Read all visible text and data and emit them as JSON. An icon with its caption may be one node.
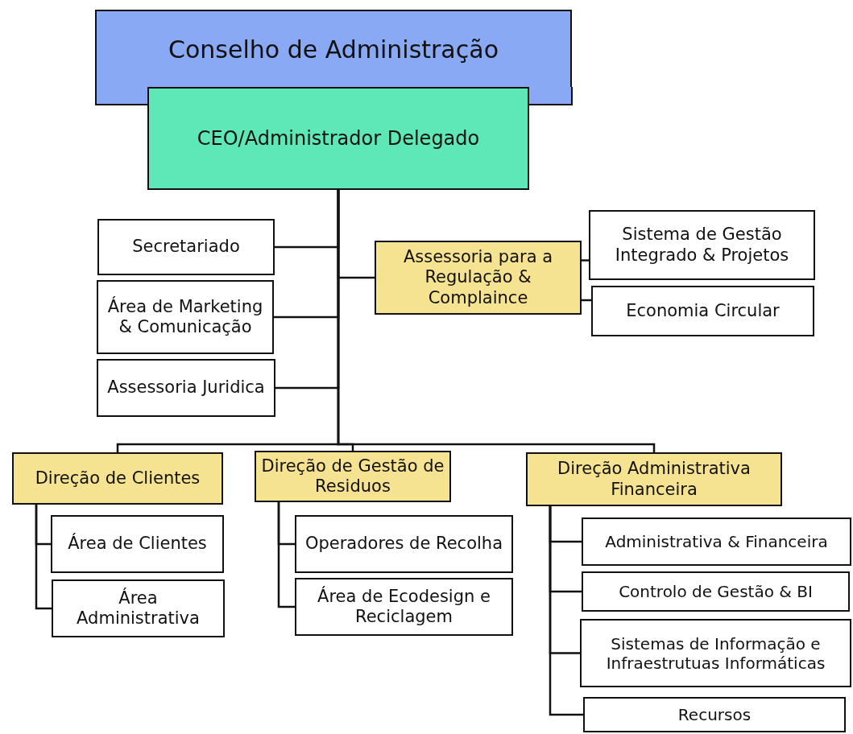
{
  "diagram": {
    "nodes": [
      {
        "text": [
          "Conselho de Administração"
        ]
      },
      {
        "text": [
          "CEO/Administrador Delegado"
        ]
      },
      {
        "text": [
          "Secretariado"
        ]
      },
      {
        "text": [
          "Área de Marketing & Comunicação"
        ]
      },
      {
        "text": [
          "Assessoria Juridica"
        ]
      },
      {
        "text": [
          "Assessoria para a Regulação & Complaince"
        ]
      },
      {
        "text": [
          "Sistema de Gestão Integrado & Projetos"
        ]
      },
      {
        "text": [
          "Economia Circular"
        ]
      },
      {
        "text": [
          "Direção de Clientes"
        ]
      },
      {
        "text": [
          "Área de Clientes"
        ]
      },
      {
        "text": [
          "Área Administrativa"
        ]
      },
      {
        "text": [
          "Direção de Gestão de Residuos"
        ]
      },
      {
        "text": [
          "Operadores de Recolha"
        ]
      },
      {
        "text": [
          "Área de Ecodesign e Reciclagem"
        ]
      },
      {
        "text": [
          "Direção Administrativa Financeira"
        ]
      },
      {
        "text": [
          "Administrativa & Financeira"
        ]
      },
      {
        "text": [
          "Controlo de Gestão & BI"
        ]
      },
      {
        "text": [
          "Sistemas de Informação e Infraestrutuas Informáticas"
        ]
      },
      {
        "text": [
          "Recursos"
        ]
      }
    ],
    "edges": [
      {
        "from": 1,
        "to": 2,
        "arrow": "none"
      },
      {
        "from": 1,
        "to": 3,
        "arrow": "none"
      },
      {
        "from": 1,
        "to": 4,
        "arrow": "none"
      },
      {
        "from": 1,
        "to": 5,
        "arrow": "none"
      },
      {
        "from": 5,
        "to": 6,
        "arrow": "none"
      },
      {
        "from": 5,
        "to": 7,
        "arrow": "none"
      },
      {
        "from": 1,
        "to": 8,
        "arrow": "none"
      },
      {
        "from": 1,
        "to": 11,
        "arrow": "none"
      },
      {
        "from": 1,
        "to": 14,
        "arrow": "none"
      },
      {
        "from": 8,
        "to": 9,
        "arrow": "none"
      },
      {
        "from": 8,
        "to": 10,
        "arrow": "none"
      },
      {
        "from": 11,
        "to": 12,
        "arrow": "none"
      },
      {
        "from": 11,
        "to": 13,
        "arrow": "none"
      },
      {
        "from": 14,
        "to": 15,
        "arrow": "none"
      },
      {
        "from": 14,
        "to": 16,
        "arrow": "none"
      },
      {
        "from": 14,
        "to": 17,
        "arrow": "none"
      },
      {
        "from": 14,
        "to": 18,
        "arrow": "none"
      }
    ]
  }
}
